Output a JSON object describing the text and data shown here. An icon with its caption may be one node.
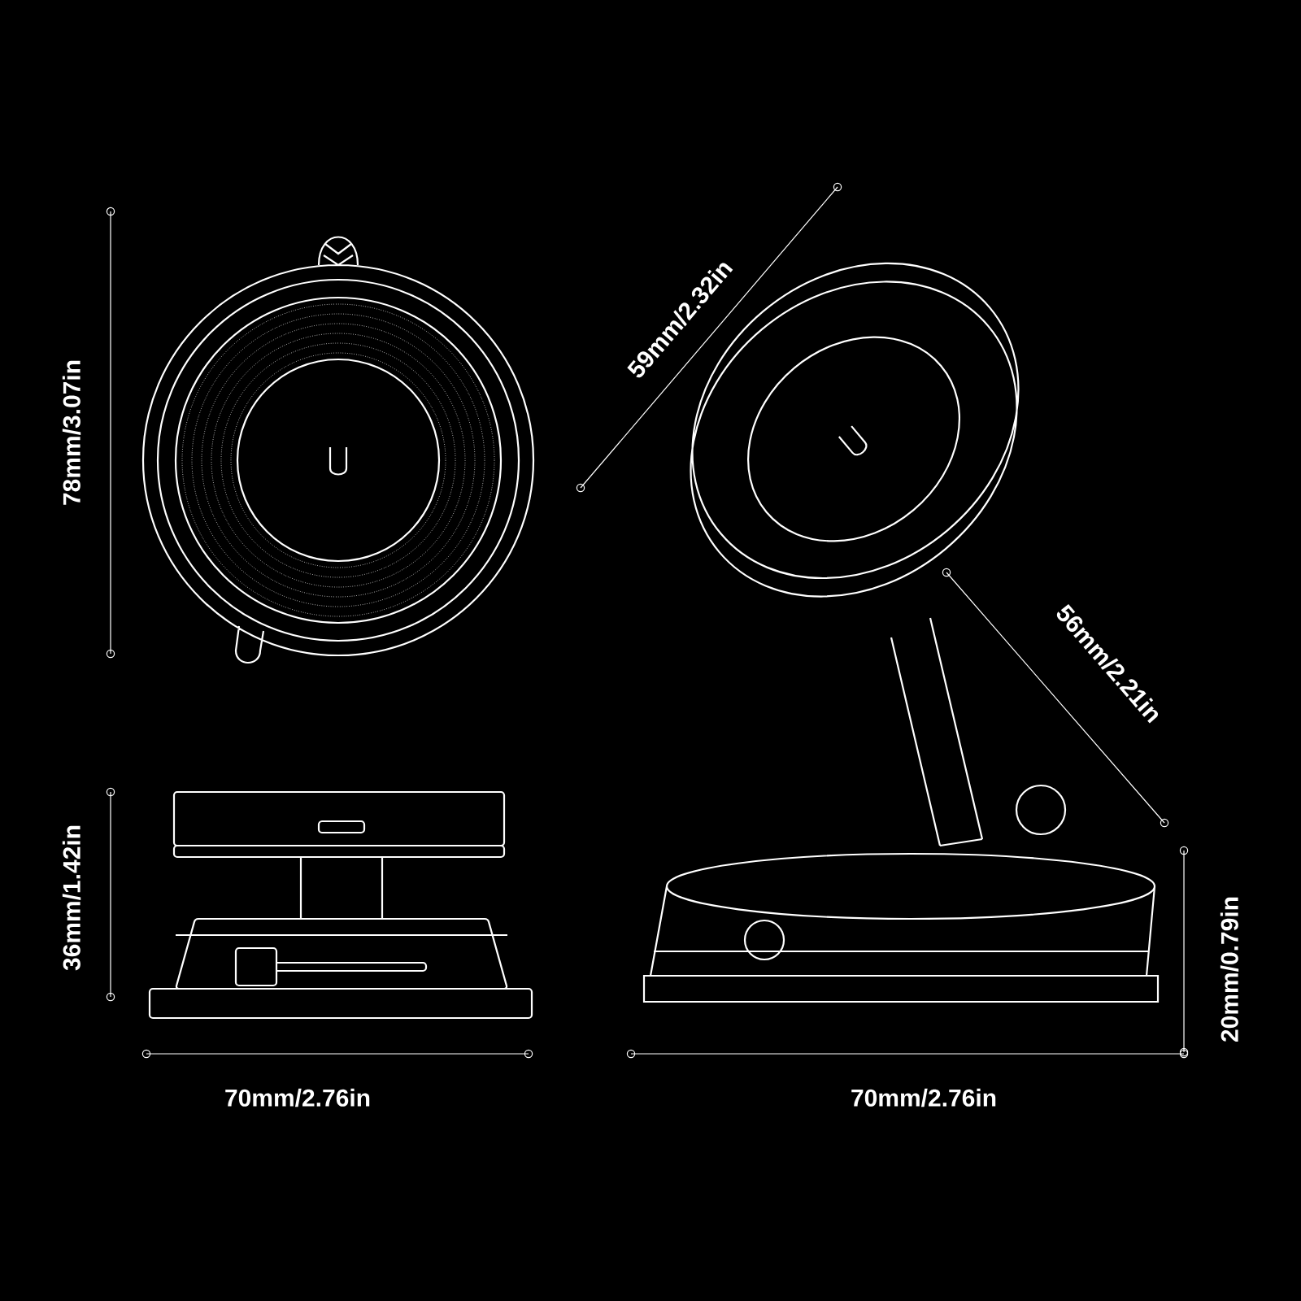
{
  "diagram": {
    "labels": [
      "78mm/3.07in",
      "59mm/2.32in",
      "56mm/2.21in",
      "36mm/1.42in",
      "20mm/0.79in",
      "70mm/2.76in",
      "70mm/2.76in"
    ]
  }
}
